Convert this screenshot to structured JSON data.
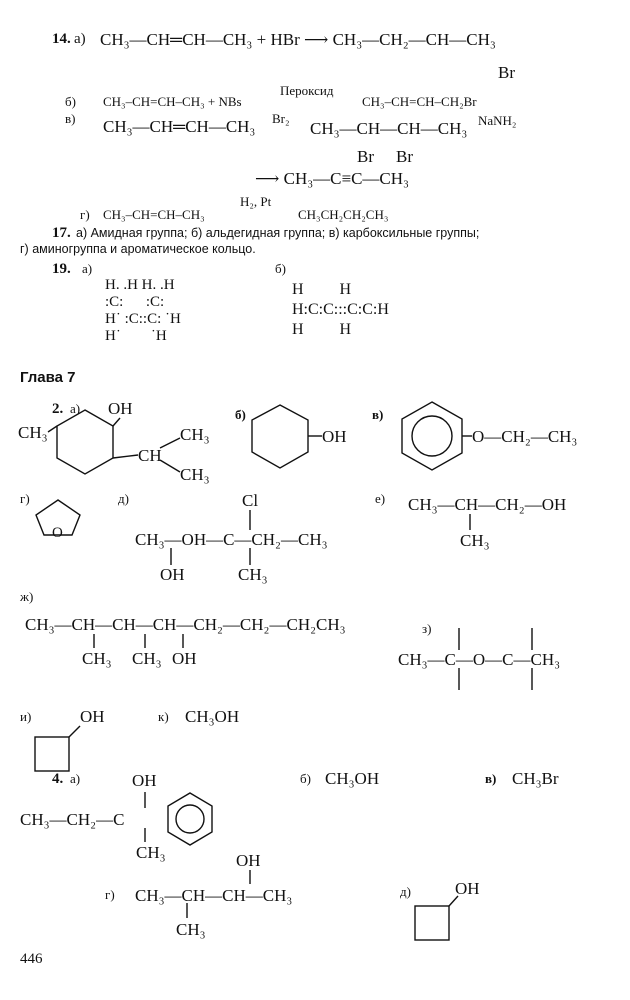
{
  "p14": {
    "num": "14.",
    "a_label": "а)",
    "a_eq": "CH₃—CH═CH—CH₃ + HBr ⟶ CH₃—CH₂—CH—CH₃",
    "a_br": "Br",
    "b_label": "б)",
    "b_left": "CH₃–CH=CH–CH₃ + NBs",
    "b_cond": "Пероксид",
    "b_right": "CH₃–CH=CH–CH₂Br",
    "v_label": "в)",
    "v_left": "CH₃—CH═CH—CH₃",
    "v_cond": "Br₂",
    "v_mid": "CH₃—CH—CH—CH₃",
    "v_cond2": "NaNH₂",
    "v_br1": "Br",
    "v_br2": "Br",
    "v_final": "⟶ CH₃—C≡C—CH₃",
    "g_label": "г)",
    "g_left": "CH₃–CH=CH–CH₃",
    "g_cond": "H₂, Pt",
    "g_right": "CH₃CH₂CH₂CH₃"
  },
  "p17": {
    "num": "17.",
    "line1": "а) Амидная группа; б) альдегидная группа; в) карбоксильные группы;",
    "line2": "г) аминогруппа и ароматическое кольцо."
  },
  "p19": {
    "num": "19.",
    "a_label": "а)",
    "b_label": "б)",
    "a_rows": [
      "H. .H H. .H",
      ":C:      :C:",
      "H˙ :C::C: ˙H",
      "H˙        ˙H"
    ],
    "b_rows": [
      "H         H",
      "H:C:C:::C:C:H",
      "H         H"
    ]
  },
  "chapter": "Глава 7",
  "p2": {
    "num": "2.",
    "a_label": "а)",
    "a_oh": "OH",
    "a_ch3": "CH₃",
    "a_ch": "CH",
    "a_ch3b": "CH₃",
    "a_ch3c": "CH₃",
    "b_label": "б)",
    "b_oh": "OH",
    "v_label": "в)",
    "v_chain": "O—CH₂—CH₃",
    "g_label": "г)",
    "g_o": "O",
    "d_label": "д)",
    "d_cl": "Cl",
    "d_chain": "CH₃—OH—C—CH₂—CH₃",
    "d_oh": "OH",
    "d_ch3": "CH₃",
    "e_label": "е)",
    "e_chain": "CH₃—CH—CH₂—OH",
    "e_ch3": "CH₃",
    "zh_label": "ж)",
    "zh_chain": "CH₃—CH—CH—CH—CH₂—CH₂—CH₂CH₃",
    "zh_s1": "CH₃",
    "zh_s2": "CH₃",
    "zh_s3": "OH",
    "z_label": "з)",
    "z_chain": "CH₃—C—O—C—CH₃",
    "i_label": "и)",
    "i_oh": "OH",
    "k_label": "к)",
    "k_formula": "CH₃OH"
  },
  "p4": {
    "num": "4.",
    "a_label": "а)",
    "a_oh": "OH",
    "a_chain": "CH₃—CH₂—C",
    "a_ch3": "CH₃",
    "b_label": "б)",
    "b_formula": "CH₃OH",
    "v_label": "в)",
    "v_formula": "CH₃Br",
    "g_label": "г)",
    "g_oh": "OH",
    "g_chain": "CH₃—CH—CH—CH₃",
    "g_ch3": "CH₃",
    "d_label": "д)",
    "d_oh": "OH"
  },
  "page_number": "446"
}
